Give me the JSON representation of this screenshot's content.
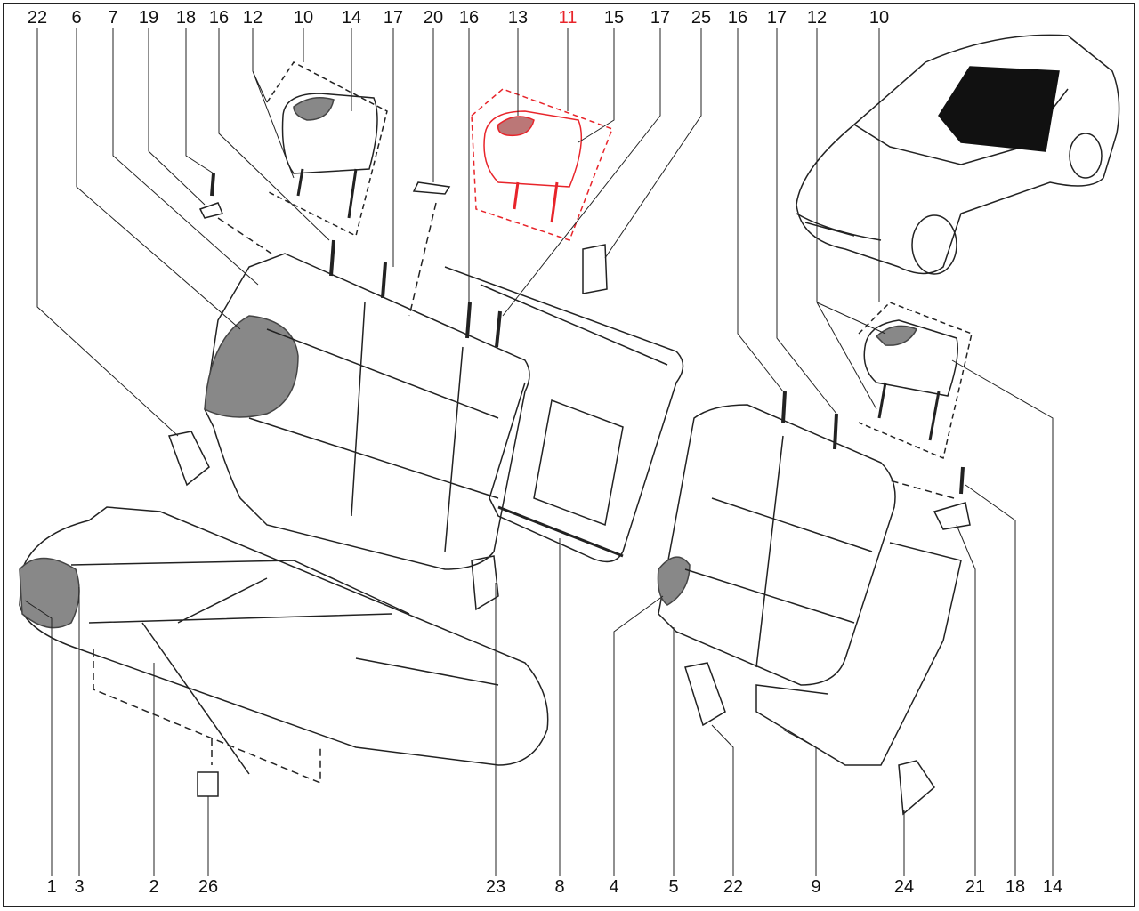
{
  "callouts": {
    "top": [
      "22",
      "6",
      "7",
      "19",
      "18",
      "16",
      "12",
      "10",
      "14",
      "17",
      "20",
      "16",
      "13",
      "11",
      "15",
      "17",
      "25",
      "16",
      "17",
      "12",
      "10"
    ],
    "bottom": [
      "1",
      "3",
      "2",
      "26",
      "23",
      "8",
      "4",
      "5",
      "22",
      "9",
      "24",
      "21",
      "18",
      "14"
    ]
  },
  "highlighted_callout": "11",
  "colors": {
    "highlight": "#e8242a",
    "line": "#222222"
  }
}
